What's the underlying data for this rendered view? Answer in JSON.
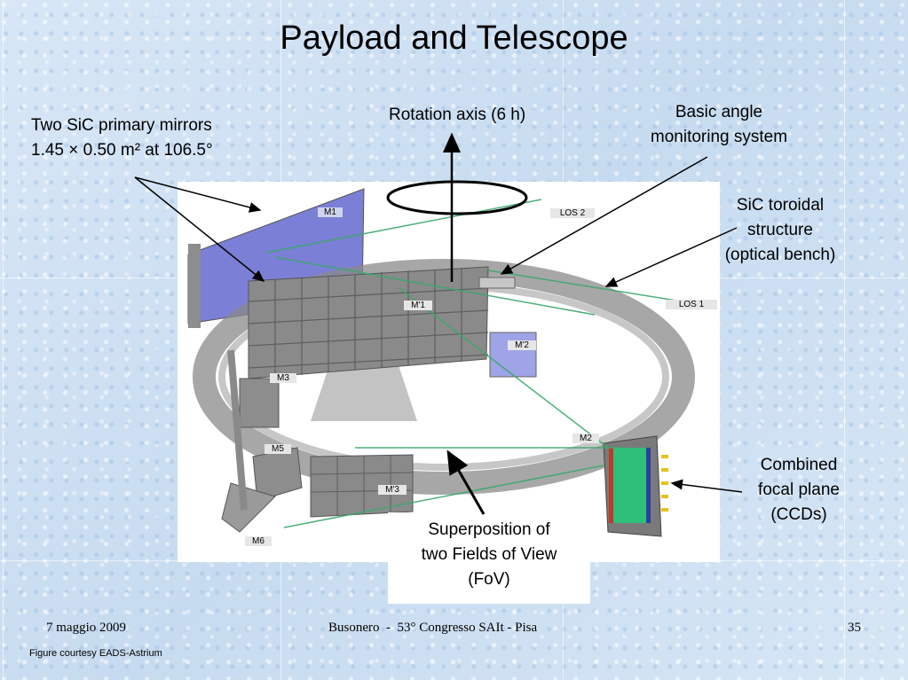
{
  "slide": {
    "title": "Payload and Telescope",
    "labels": {
      "primary_mirrors_line1": "Two SiC primary mirrors",
      "primary_mirrors_line2": "1.45 × 0.50 m² at 106.5°",
      "rotation_axis": "Rotation axis (6 h)",
      "basic_angle_line1": "Basic angle",
      "basic_angle_line2": "monitoring system",
      "toroidal_line1": "SiC toroidal",
      "toroidal_line2": "structure",
      "toroidal_line3": "(optical bench)",
      "focal_line1": "Combined",
      "focal_line2": "focal plane",
      "focal_line3": "(CCDs)",
      "fov_line1": "Superposition of",
      "fov_line2": "two Fields of View",
      "fov_line3": "(FoV)"
    },
    "diagram_tags": {
      "m1": "M1",
      "m1p": "M'1",
      "m2": "M2",
      "m2p": "M'2",
      "m3": "M3",
      "m3p": "M'3",
      "m5": "M5",
      "m6": "M6",
      "los1": "LOS 1",
      "los2": "LOS 2"
    },
    "footer": {
      "date": "7 maggio 2009",
      "event": "Busonero  -  53° Congresso SAIt - Pisa",
      "page": "35"
    },
    "credit": "Figure courtesy EADS-Astrium"
  },
  "colors": {
    "background": "#cfe0f2",
    "mirror_blue": "#7b7fd6",
    "structure_gray": "#9a9a9a",
    "beam_green": "#3aa86b"
  }
}
